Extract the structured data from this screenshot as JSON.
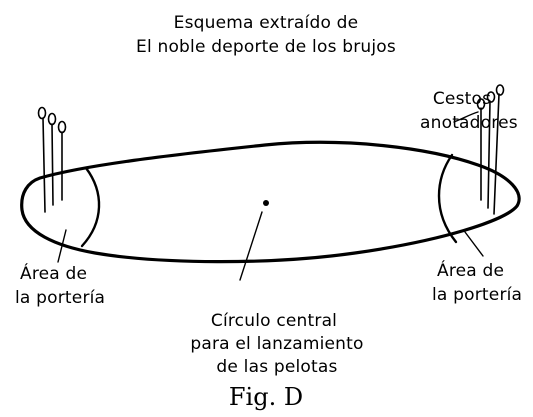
{
  "title_line1": "Esquema extraído de",
  "title_line2": "El noble deporte de los brujos",
  "labels": {
    "hoops": "Cestos",
    "hoops2": "anotadores",
    "goal_left_1": "Área de",
    "goal_left_2": "la portería",
    "goal_right_1": "Área de",
    "goal_right_2": "la portería",
    "center_1": "Círculo central",
    "center_2": "para el lanzamiento",
    "center_3": "de las pelotas"
  },
  "caption": "Fig. D"
}
